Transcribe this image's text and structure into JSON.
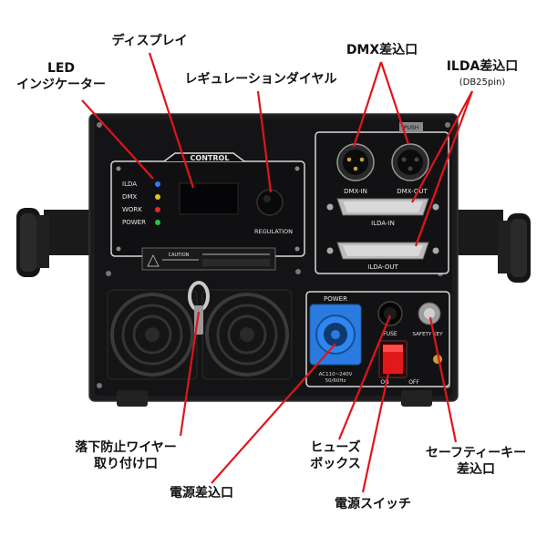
{
  "callouts": {
    "led_indicator": [
      "LED",
      "インジケーター"
    ],
    "display": "ディスプレイ",
    "regulation_dial": "レギュレーションダイヤル",
    "dmx_port": "DMX差込口",
    "ilda_port": "ILDA差込口",
    "ilda_port_sub": "(DB25pin)",
    "wire_mount": [
      "落下防止ワイヤー",
      "取り付け口"
    ],
    "power_inlet": "電源差込口",
    "fuse_box": [
      "ヒューズ",
      "ボックス"
    ],
    "safety_key": [
      "セーフティーキー",
      "差込口"
    ],
    "power_switch": "電源スイッチ"
  },
  "panel": {
    "control_title": "CONTROL",
    "indicators": [
      "ILDA",
      "DMX",
      "WORK",
      "POWER"
    ],
    "indicator_colors": [
      "#2e7bff",
      "#e6c02a",
      "#e02a2a",
      "#27c24c"
    ],
    "regulation_label": "REGULATION",
    "caution_label": "CAUTION",
    "dmx_in": "DMX-IN",
    "dmx_out": "DMX-OUT",
    "push_label": "PUSH",
    "ilda_in": "ILDA-IN",
    "ilda_out": "ILDA-OUT",
    "power_label": "POWER",
    "power_spec_1": "AC110~240V",
    "power_spec_2": "50/60Hz",
    "fuse_label": "FUSE",
    "safety_key_label": "SAFETY KEY",
    "switch_on": "ON",
    "switch_off": "OFF"
  },
  "colors": {
    "callout_line": "#e0151b",
    "body": "#1c1c1e",
    "panel": "#121214",
    "powercon": "#2a7be0",
    "switch_red": "#e01a1a"
  }
}
